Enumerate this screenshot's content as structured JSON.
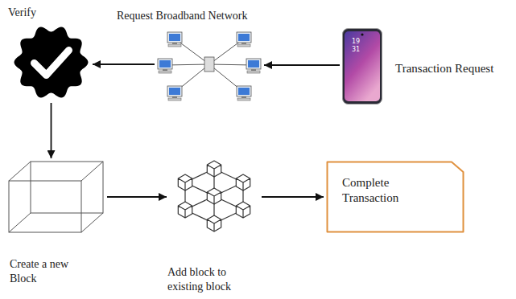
{
  "diagram": {
    "nodes": [
      {
        "text": [
          "Verify"
        ]
      },
      {
        "text": [
          "Request Broadband Network"
        ]
      },
      {
        "text": [
          "Transaction Request"
        ]
      },
      {
        "text": [
          "Create a new Block"
        ]
      },
      {
        "text": [
          "Add block to existing block"
        ]
      },
      {
        "text": [
          "Complete Transaction"
        ]
      }
    ],
    "edges": [
      {
        "from": 2,
        "to": 1,
        "arrow": "to"
      },
      {
        "from": 1,
        "to": 0,
        "arrow": "to"
      },
      {
        "from": 0,
        "to": 3,
        "arrow": "to"
      },
      {
        "from": 3,
        "to": 4,
        "arrow": "to"
      },
      {
        "from": 4,
        "to": 5,
        "arrow": "to"
      }
    ],
    "labels": [
      "19",
      "31"
    ]
  }
}
